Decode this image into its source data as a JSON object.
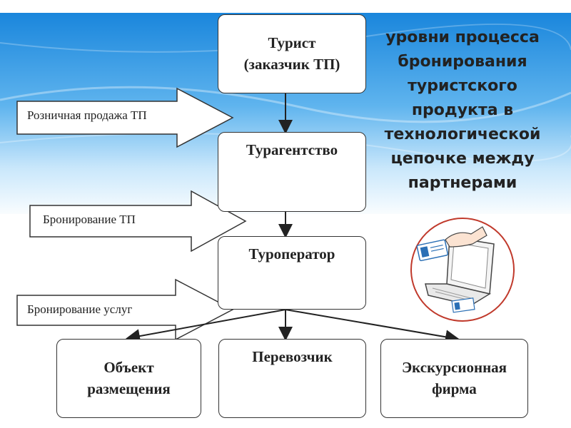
{
  "title": "уровни процесса\nбронирования\nтуристского\nпродукта в\nтехнологической\nцепочке между\nпартнерами",
  "boxes": {
    "tourist": "Турист\n(заказчик ТП)",
    "agency": "Турагентство",
    "operator": "Туроператор",
    "accommodation": "Объект\nразмещения",
    "carrier": "Перевозчик",
    "excursion": "Экскурсионная\nфирма"
  },
  "arrows": {
    "retail": "Розничная продажа ТП",
    "booking_tp": "Бронирование ТП",
    "booking_services": "Бронирование услуг"
  },
  "colors": {
    "sky_top": "#1e8fe0",
    "sky_mid": "#7ec4f3",
    "line": "#222222",
    "stamp_red": "#c0392b"
  },
  "icons": {
    "illustration": "laptop-ticket-icon"
  }
}
